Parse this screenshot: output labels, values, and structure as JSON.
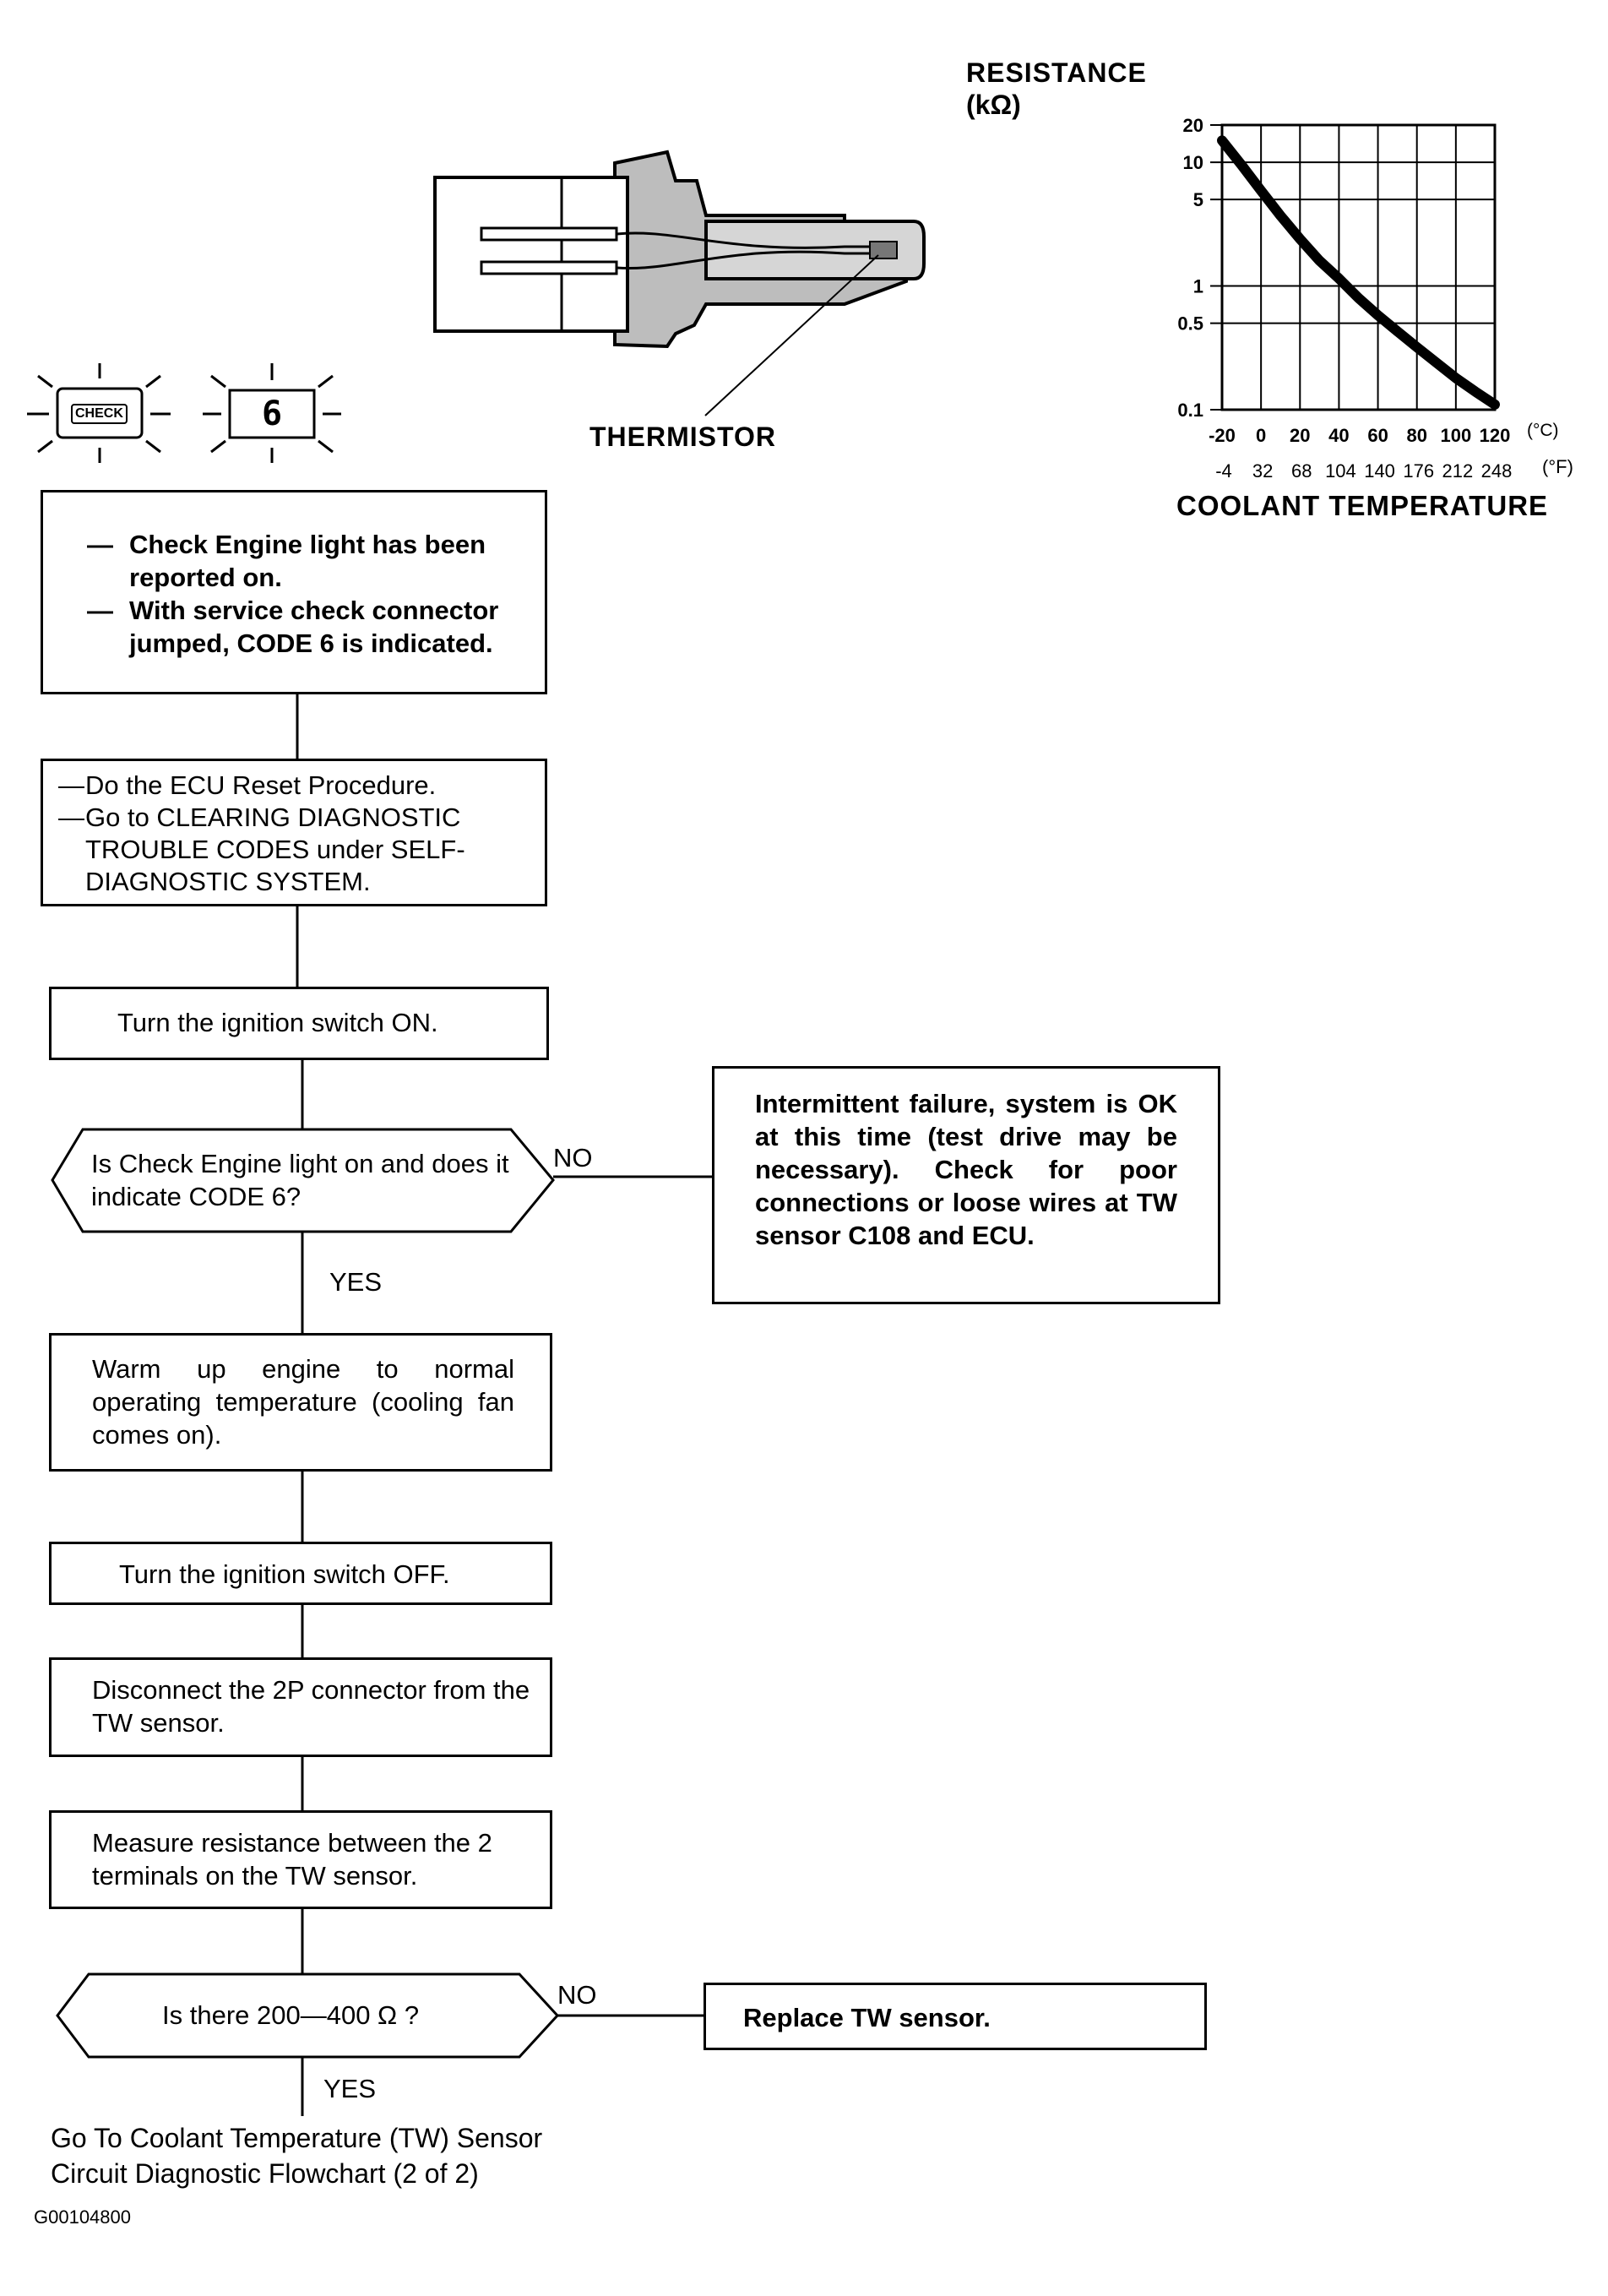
{
  "chart": {
    "y_title_line1": "RESISTANCE",
    "y_title_line2": "(kΩ)",
    "x_title": "COOLANT TEMPERATURE",
    "unit_c": "(°C)",
    "unit_f": "(°F)"
  },
  "chart_data": {
    "type": "line",
    "title": "",
    "ylabel": "RESISTANCE (kΩ)",
    "xlabel": "COOLANT TEMPERATURE",
    "y_scale": "log",
    "ylim": [
      0.1,
      20
    ],
    "xlim": [
      -20,
      120
    ],
    "y_ticks": [
      "20",
      "10",
      "5",
      "1",
      "0.5",
      "0.1"
    ],
    "y_tick_values": [
      20,
      10,
      5,
      1,
      0.5,
      0.1
    ],
    "x_ticks_c": [
      "-20",
      "0",
      "20",
      "40",
      "60",
      "80",
      "100",
      "120"
    ],
    "x_tick_values": [
      -20,
      0,
      20,
      40,
      60,
      80,
      100,
      120
    ],
    "x_ticks_f": [
      "-4",
      "32",
      "68",
      "104",
      "140",
      "176",
      "212",
      "248"
    ],
    "grid": true,
    "series": [
      {
        "x": [
          -20,
          -10,
          0,
          10,
          20,
          30,
          40,
          50,
          60,
          70,
          80,
          90,
          100,
          110,
          120
        ],
        "y": [
          15,
          9.5,
          5.9,
          3.7,
          2.4,
          1.6,
          1.15,
          0.8,
          0.58,
          0.43,
          0.32,
          0.24,
          0.18,
          0.14,
          0.11
        ]
      }
    ]
  },
  "sensor": {
    "thermistor_label": "THERMISTOR"
  },
  "indicators": {
    "check_text": "CHECK",
    "code_text": "6"
  },
  "flow": {
    "box1": [
      "Check Engine light has been reported on.",
      "With service check connector jumped, CODE 6 is indicated."
    ],
    "box2": [
      "Do the ECU Reset Procedure.",
      "Go to CLEARING DIAGNOSTIC TROUBLE CODES under SELF-DIAGNOSTIC SYSTEM."
    ],
    "box3": "Turn the ignition switch ON.",
    "decision1": "Is Check Engine light on and does it indicate CODE 6?",
    "no1": "NO",
    "yes1": "YES",
    "intermittent": "Intermittent failure, system is OK at this time (test drive may be necessary). Check for poor connections or loose wires at TW sensor C108 and ECU.",
    "box4": "Warm up engine to normal operating temperature (cooling fan comes on).",
    "box5": "Turn the ignition switch OFF.",
    "box6": "Disconnect the 2P connector from the TW sensor.",
    "box7": "Measure resistance between the 2 terminals on the TW sensor.",
    "decision2": "Is there 200—400 Ω ?",
    "no2": "NO",
    "yes2": "YES",
    "replace": "Replace TW sensor.",
    "goto": "Go To Coolant Temperature (TW) Sensor Circuit Diagnostic Flowchart (2 of 2)"
  },
  "figure_id": "G00104800"
}
